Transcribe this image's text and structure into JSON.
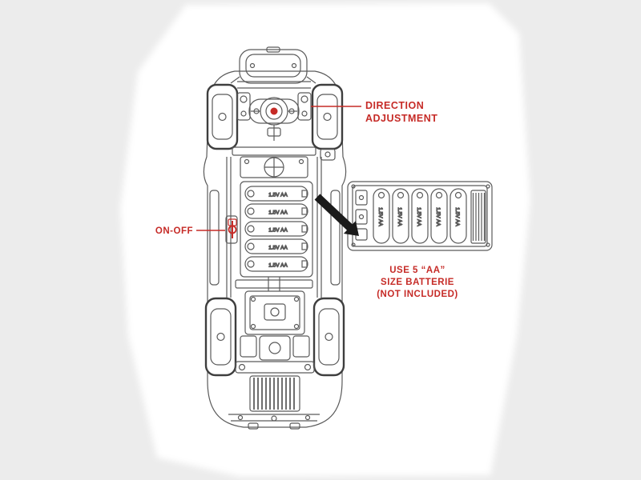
{
  "colors": {
    "annotation_red": "#c62b27",
    "line_art_gray": "#5a5a5a",
    "arrow_black": "#1a1a1a",
    "page_bg": "#ececec",
    "paper_white": "#ffffff"
  },
  "annotations": {
    "direction_adjustment": {
      "line1": "DIRECTION",
      "line2": "ADJUSTMENT"
    },
    "on_off": {
      "label": "ON-OFF"
    },
    "battery_note": {
      "line1": "USE 5 “AA”",
      "line2": "SIZE BATTERIE",
      "line3": "(NOT INCLUDED)"
    }
  },
  "battery": {
    "cell_label": "1.5V AA"
  }
}
